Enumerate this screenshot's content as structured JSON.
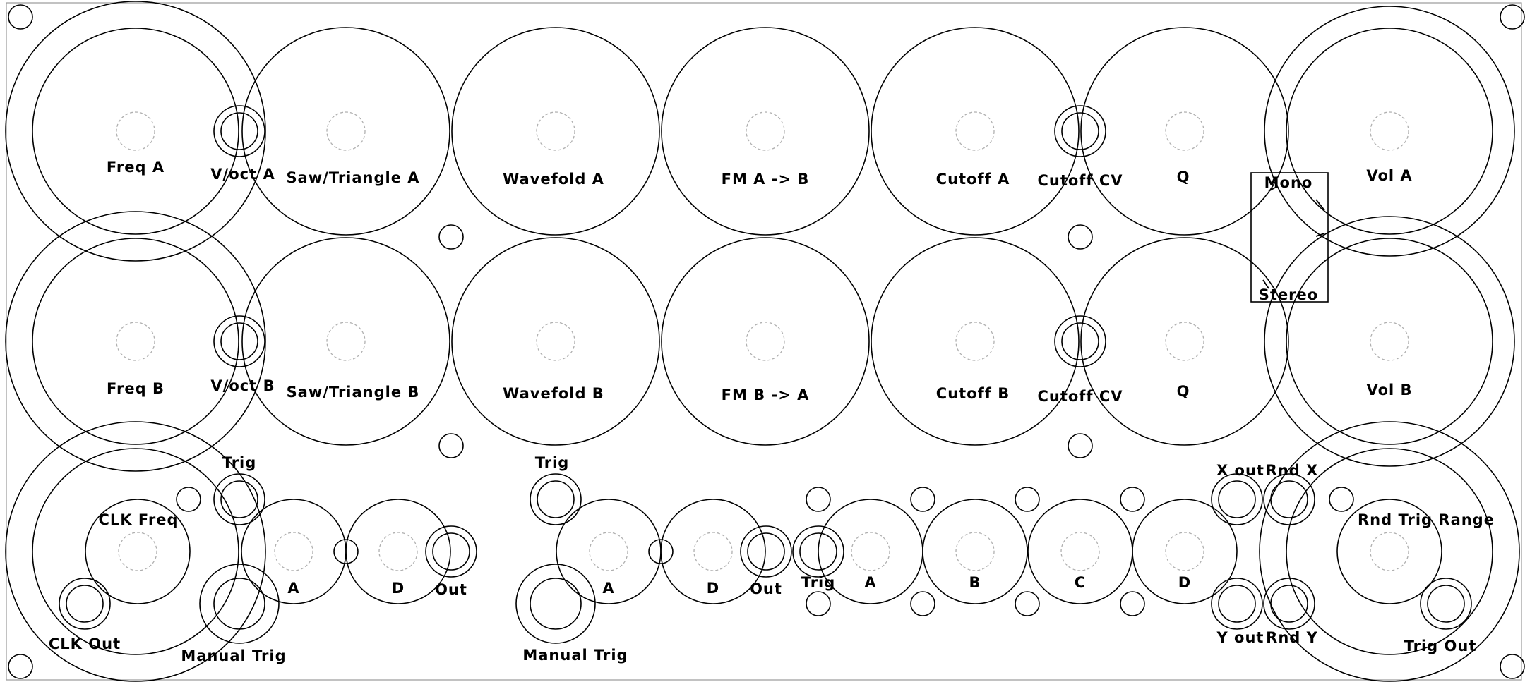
{
  "labels": {
    "freq_a": "Freq A",
    "voct_a": "V/oct A",
    "saw_tri_a": "Saw/Triangle A",
    "wavefold_a": "Wavefold A",
    "fm_a_b": "FM A -> B",
    "cutoff_a": "Cutoff A",
    "cutoff_cv_top": "Cutoff CV",
    "q_top": "Q",
    "vol_a": "Vol A",
    "mono": "Mono",
    "stereo": "Stereo",
    "freq_b": "Freq B",
    "voct_b": "V/oct B",
    "saw_tri_b": "Saw/Triangle B",
    "wavefold_b": "Wavefold B",
    "fm_b_a": "FM B -> A",
    "cutoff_b": "Cutoff B",
    "cutoff_cv_bottom": "Cutoff CV",
    "q_bottom": "Q",
    "vol_b": "Vol B",
    "clk_freq": "CLK Freq",
    "clk_out": "CLK Out",
    "trig_1": "Trig",
    "manual_trig_1": "Manual Trig",
    "env1_a": "A",
    "env1_d": "D",
    "env1_out": "Out",
    "trig_2": "Trig",
    "manual_trig_2": "Manual Trig",
    "env2_a": "A",
    "env2_d": "D",
    "env2_out": "Out",
    "seq_trig": "Trig",
    "seq_a": "A",
    "seq_b": "B",
    "seq_c": "C",
    "seq_d": "D",
    "x_out": "X out",
    "rnd_x": "Rnd X",
    "y_out": "Y out",
    "rnd_y": "Rnd Y",
    "rnd_trig_range": "Rnd Trig Range",
    "trig_out": "Trig Out"
  }
}
